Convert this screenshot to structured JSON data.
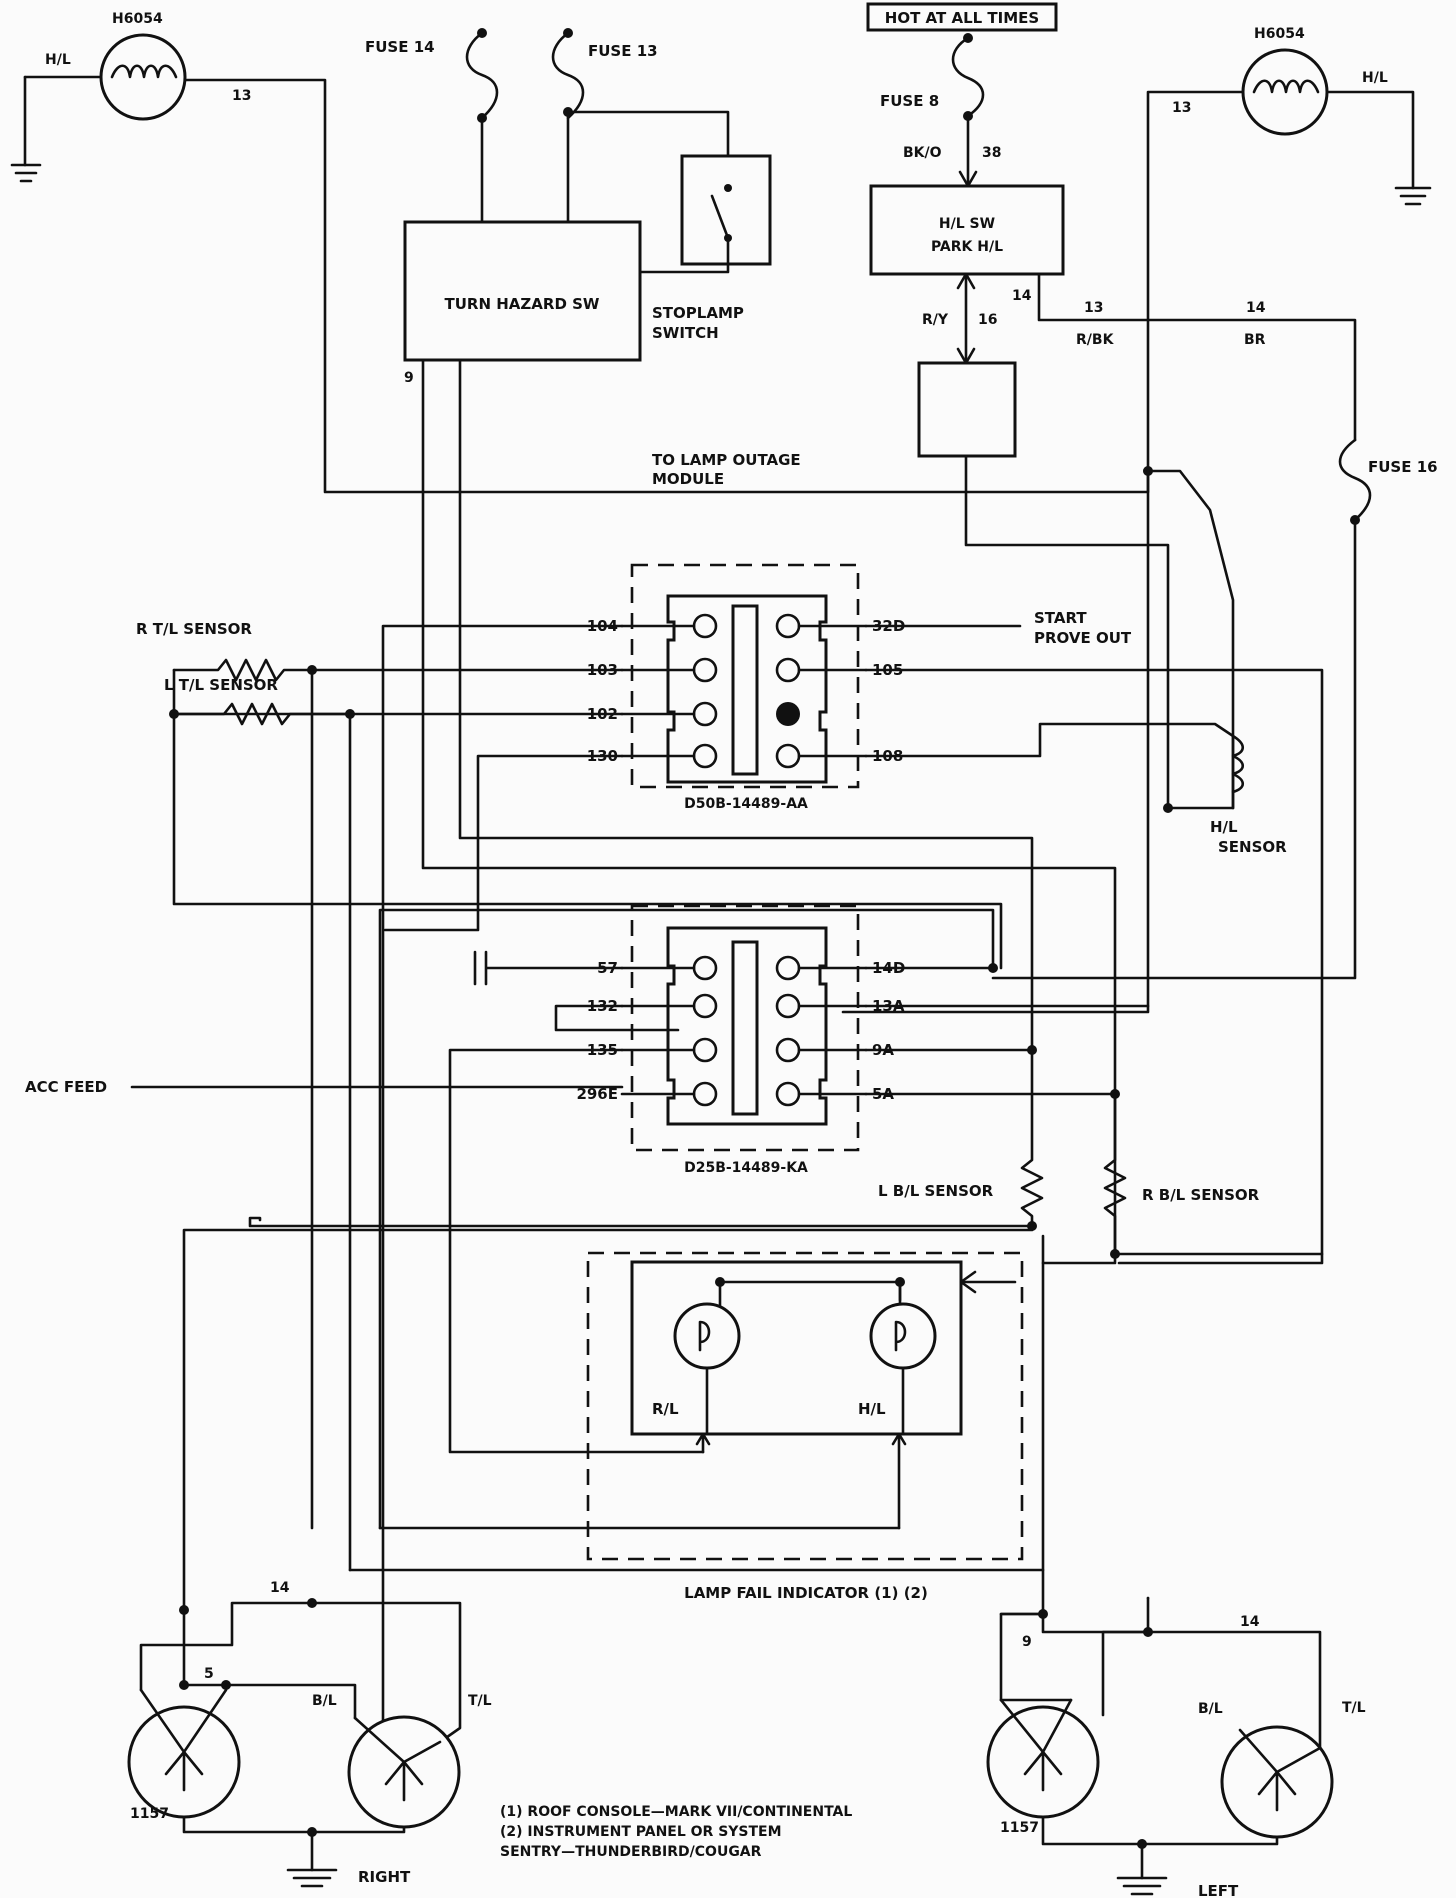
{
  "hot_label": "HOT AT ALL TIMES",
  "lamps": {
    "left_code": "H6054",
    "right_code": "H6054",
    "hl": "H/L",
    "w13": "13"
  },
  "fuses": {
    "f14": "FUSE 14",
    "f13": "FUSE 13",
    "f8": "FUSE 8",
    "f16": "FUSE 16"
  },
  "turn_hazard": "TURN HAZARD SW",
  "stoplamp": [
    "STOPLAMP",
    "SWITCH"
  ],
  "hl_switch": [
    "H/L SW",
    "PARK H/L"
  ],
  "wire_labels": {
    "bko": "BK/O",
    "n38": "38",
    "ry": "R/Y",
    "n16": "16",
    "n14a": "14",
    "n13b": "13",
    "rbk": "R/BK",
    "n14c": "14",
    "br": "BR",
    "n9": "9"
  },
  "outage": [
    "TO LAMP OUTAGE",
    "MODULE"
  ],
  "sensors": {
    "rtl": "R T/L SENSOR",
    "ltl": "L T/L SENSOR",
    "hl": [
      "H/L",
      "SENSOR"
    ],
    "lbl": "L B/L SENSOR",
    "rbl": "R B/L SENSOR"
  },
  "start_prove": [
    "START",
    "PROVE OUT"
  ],
  "module1": {
    "part": "D50B-14489-AA",
    "left_pins": [
      "104",
      "103",
      "102",
      "130"
    ],
    "right_pins": [
      "32D",
      "105",
      "",
      "108"
    ]
  },
  "module2": {
    "part": "D25B-14489-KA",
    "left_pins": [
      "57",
      "132",
      "135",
      "296E"
    ],
    "right_pins": [
      "14D",
      "13A",
      "9A",
      "5A"
    ]
  },
  "acc_feed": "ACC FEED",
  "indicator": {
    "rl": "R/L",
    "hl": "H/L",
    "caption": "LAMP FAIL INDICATOR (1) (2)"
  },
  "right_bulbs": {
    "n14": "14",
    "n5": "5",
    "bl": "B/L",
    "tl": "T/L",
    "code": "1157",
    "side": "RIGHT"
  },
  "left_bulbs": {
    "n9": "9",
    "n14": "14",
    "bl": "B/L",
    "tl": "T/L",
    "code": "1157",
    "side": "LEFT"
  },
  "notes": [
    "(1) ROOF CONSOLE—MARK VII/CONTINENTAL",
    "(2) INSTRUMENT PANEL OR SYSTEM",
    "SENTRY—THUNDERBIRD/COUGAR"
  ]
}
